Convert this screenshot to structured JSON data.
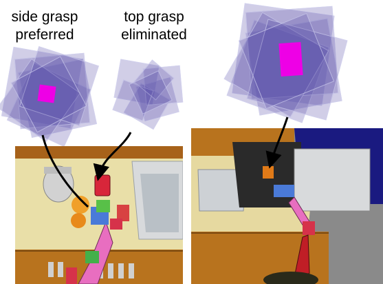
{
  "labels": {
    "side_line1": "side grasp",
    "side_line2": "preferred",
    "top_line1": "top grasp",
    "top_line2": "eliminated"
  },
  "colors": {
    "grasp_square": "#5a50aa",
    "object_marker": "#ee00e6",
    "counter_wood": "#b8731e",
    "robot_arm_pink": "#e86ec0",
    "target_object_red": "#d8263a",
    "floor_gray": "#8a8a8a",
    "wall_navy": "#1a1a80"
  },
  "icons": [
    "grasp-cloud-icon",
    "arrow-icon",
    "robot-arm-icon"
  ]
}
